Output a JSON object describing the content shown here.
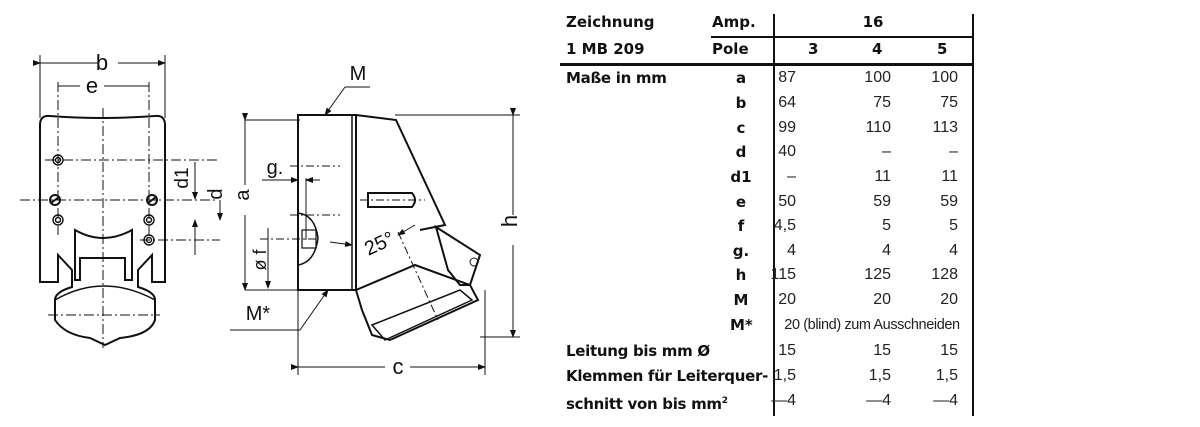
{
  "drawing": {
    "labels": {
      "b": "b",
      "e": "e",
      "d1": "d1",
      "d": "d",
      "a": "a",
      "f": "ø f",
      "g": "g.",
      "M": "M",
      "M_star": "M*",
      "angle": "25°",
      "h": "h",
      "c": "c"
    }
  },
  "table": {
    "header": {
      "drawing_label": "Zeichnung",
      "drawing_number": "1 MB 209",
      "amp_label": "Amp.",
      "amp_value": "16",
      "pole_label": "Pole",
      "poles": [
        "3",
        "4",
        "5"
      ]
    },
    "section_label": "Maße in mm",
    "rows": [
      {
        "symbol": "a",
        "values": [
          "87",
          "100",
          "100"
        ]
      },
      {
        "symbol": "b",
        "values": [
          "64",
          "75",
          "75"
        ]
      },
      {
        "symbol": "c",
        "values": [
          "99",
          "110",
          "113"
        ]
      },
      {
        "symbol": "d",
        "values": [
          "40",
          "–",
          "–"
        ]
      },
      {
        "symbol": "d1",
        "values": [
          "–",
          "11",
          "11"
        ]
      },
      {
        "symbol": "e",
        "values": [
          "50",
          "59",
          "59"
        ]
      },
      {
        "symbol": "f",
        "values": [
          "4,5",
          "5",
          "5"
        ]
      },
      {
        "symbol": "g.",
        "values": [
          "4",
          "4",
          "4"
        ]
      },
      {
        "symbol": "h",
        "values": [
          "115",
          "125",
          "128"
        ]
      },
      {
        "symbol": "M",
        "values": [
          "20",
          "20",
          "20"
        ]
      }
    ],
    "m_star": {
      "symbol": "M*",
      "note": "20 (blind) zum Ausschneiden"
    },
    "cable": {
      "label": "Leitung bis mm Ø",
      "values": [
        "15",
        "15",
        "15"
      ]
    },
    "terminals": {
      "label_line1": "Klemmen für Leiterquer-",
      "label_line2": "schnitt von bis mm",
      "label_sup": "2",
      "from": [
        "1,5",
        "1,5",
        "1,5"
      ],
      "to": [
        "—4",
        "—4",
        "—4"
      ]
    }
  }
}
